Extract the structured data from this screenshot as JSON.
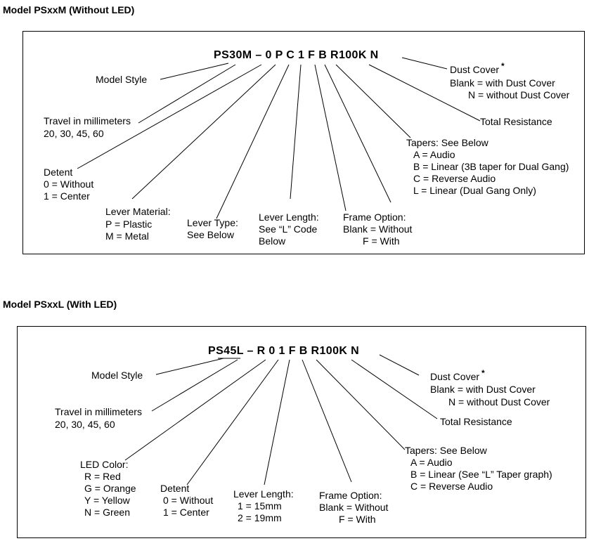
{
  "diagram1": {
    "heading": "Model PSxxM (Without LED)",
    "code": "PS30M – 0 P C 1 F B R100K N",
    "labels": {
      "model_style": "Model Style",
      "travel_title": "Travel in millimeters",
      "travel_values": "20, 30, 45, 60",
      "detent_title": "Detent",
      "detent_0": "0 = Without",
      "detent_1": "1 = Center",
      "lever_material_title": "Lever Material:",
      "lever_material_p": "P = Plastic",
      "lever_material_m": "M = Metal",
      "lever_type_title": "Lever Type:",
      "lever_type_value": "See Below",
      "lever_length_title": "Lever Length:",
      "lever_length_l1": "See “L” Code",
      "lever_length_l2": "Below",
      "frame_title": "Frame Option:",
      "frame_blank": "Blank = Without",
      "frame_f": "F = With",
      "tapers_title": "Tapers: See Below",
      "taper_a": "A = Audio",
      "taper_b": "B = Linear (3B taper for Dual Gang)",
      "taper_c": "C = Reverse Audio",
      "taper_l": "L = Linear (Dual Gang Only)",
      "total_resistance": "Total Resistance",
      "dust_title": "Dust Cover",
      "dust_star": "*",
      "dust_blank": "Blank = with Dust Cover",
      "dust_n": "N = without Dust Cover"
    }
  },
  "diagram2": {
    "heading": "Model PSxxL (With LED)",
    "code": "PS45L – R 0 1 F B R100K N",
    "labels": {
      "model_style": "Model Style",
      "travel_title": "Travel in millimeters",
      "travel_values": "20, 30, 45, 60",
      "led_title": "LED Color:",
      "led_r": "R = Red",
      "led_g": "G = Orange",
      "led_y": "Y = Yellow",
      "led_n": "N = Green",
      "detent_title": "Detent",
      "detent_0": "0 = Without",
      "detent_1": "1 = Center",
      "lever_length_title": "Lever Length:",
      "lever_length_1": "1 = 15mm",
      "lever_length_2": "2 = 19mm",
      "frame_title": "Frame Option:",
      "frame_blank": "Blank = Without",
      "frame_f": "F = With",
      "tapers_title": "Tapers: See Below",
      "taper_a": "A = Audio",
      "taper_b": "B = Linear (See “L” Taper graph)",
      "taper_c": "C = Reverse Audio",
      "total_resistance": "Total Resistance",
      "dust_title": "Dust Cover",
      "dust_star": "*",
      "dust_blank": "Blank = with Dust Cover",
      "dust_n": "N = without Dust Cover"
    }
  }
}
